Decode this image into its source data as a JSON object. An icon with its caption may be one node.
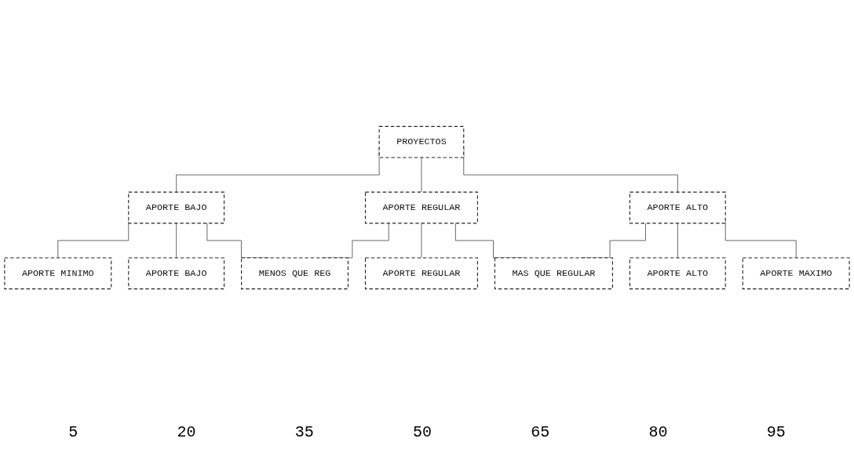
{
  "diagram": {
    "nodes": [
      {
        "text": [
          "PROYECTOS"
        ]
      },
      {
        "text": [
          "APORTE BAJO"
        ]
      },
      {
        "text": [
          "APORTE REGULAR"
        ]
      },
      {
        "text": [
          "APORTE ALTO"
        ]
      },
      {
        "text": [
          "APORTE MINIMO"
        ]
      },
      {
        "text": [
          "APORTE BAJO"
        ]
      },
      {
        "text": [
          "MENOS QUE REG"
        ]
      },
      {
        "text": [
          "APORTE REGULAR"
        ]
      },
      {
        "text": [
          "MAS QUE REGULAR"
        ]
      },
      {
        "text": [
          "APORTE ALTO"
        ]
      },
      {
        "text": [
          "APORTE MAXIMO"
        ]
      }
    ],
    "edges": [
      {
        "from": 0,
        "to": 1,
        "arrow": "none"
      },
      {
        "from": 0,
        "to": 2,
        "arrow": "none"
      },
      {
        "from": 0,
        "to": 3,
        "arrow": "none"
      },
      {
        "from": 1,
        "to": 4,
        "arrow": "none"
      },
      {
        "from": 1,
        "to": 5,
        "arrow": "none"
      },
      {
        "from": 1,
        "to": 6,
        "arrow": "none"
      },
      {
        "from": 2,
        "to": 6,
        "arrow": "none"
      },
      {
        "from": 2,
        "to": 7,
        "arrow": "none"
      },
      {
        "from": 2,
        "to": 8,
        "arrow": "none"
      },
      {
        "from": 3,
        "to": 8,
        "arrow": "none"
      },
      {
        "from": 3,
        "to": 9,
        "arrow": "none"
      },
      {
        "from": 3,
        "to": 10,
        "arrow": "none"
      }
    ],
    "labels": [
      "5",
      "20",
      "35",
      "50",
      "65",
      "80",
      "95"
    ]
  }
}
